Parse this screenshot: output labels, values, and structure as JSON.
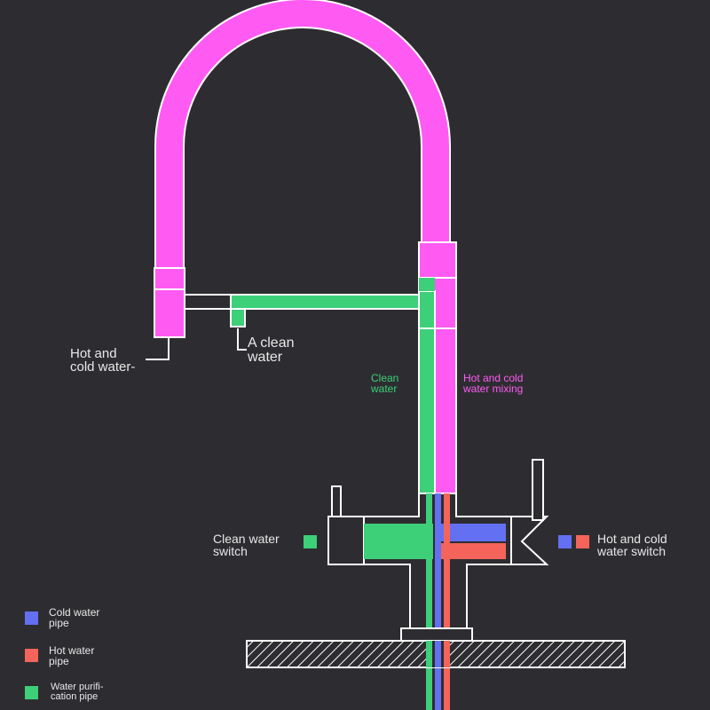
{
  "labels": {
    "outlet": [
      "Hot and",
      "cold water-"
    ],
    "clean_outlet": [
      "A clean",
      "water"
    ],
    "clean_channel": [
      "Clean",
      "water"
    ],
    "mix_channel": [
      "Hot and cold",
      "water mixing"
    ],
    "clean_switch": [
      "Clean water",
      "switch"
    ],
    "hot_cold_switch": [
      "Hot and cold",
      "water switch"
    ]
  },
  "legend": [
    {
      "label": [
        "Cold water",
        "pipe"
      ],
      "color": "#6470f2"
    },
    {
      "label": [
        "Hot water",
        "pipe"
      ],
      "color": "#f4645a"
    },
    {
      "label": [
        "Water purifi-",
        "cation pipe"
      ],
      "color": "#3ecf79"
    }
  ],
  "colors": {
    "background": "#2d2d31",
    "mixing": "#ff5bf3",
    "clean": "#3ecf79",
    "cold": "#6470f2",
    "hot": "#f4645a",
    "outline": "#ffffff"
  }
}
